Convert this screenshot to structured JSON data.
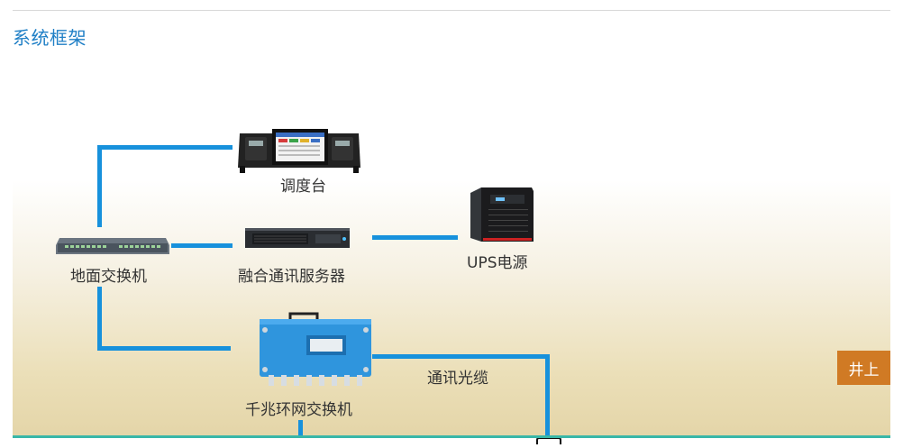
{
  "section_title": "系统框架",
  "nodes": {
    "dispatch_console": "调度台",
    "ground_switch": "地面交换机",
    "fusion_server": "融合通讯服务器",
    "ups": "UPS电源",
    "gigabit_ring_switch": "千兆环网交换机"
  },
  "link_label": "通讯光缆",
  "tag": "井上",
  "colors": {
    "link": "#1791dc",
    "title": "#1f7fc6",
    "tag": "#d07a24",
    "switch_body": "#2f95dd"
  }
}
